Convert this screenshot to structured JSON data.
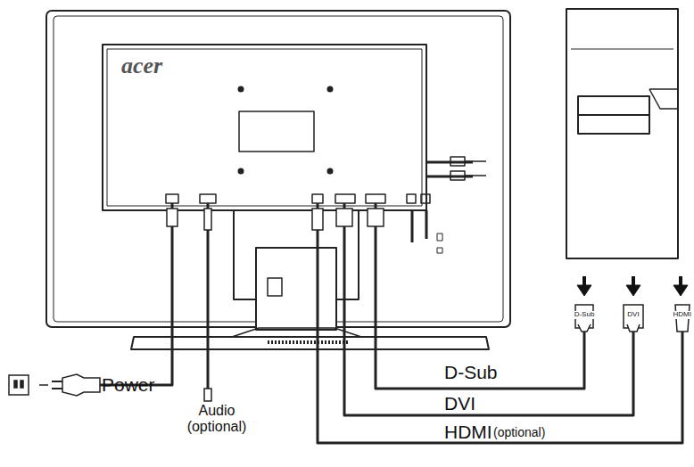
{
  "diagram": {
    "labels": [
      "acer",
      "Power",
      "Audio (optional)",
      "D-Sub",
      "DVI",
      "HDMI",
      "(optional)",
      "D-Sub",
      "DVI",
      "HDMI"
    ]
  }
}
